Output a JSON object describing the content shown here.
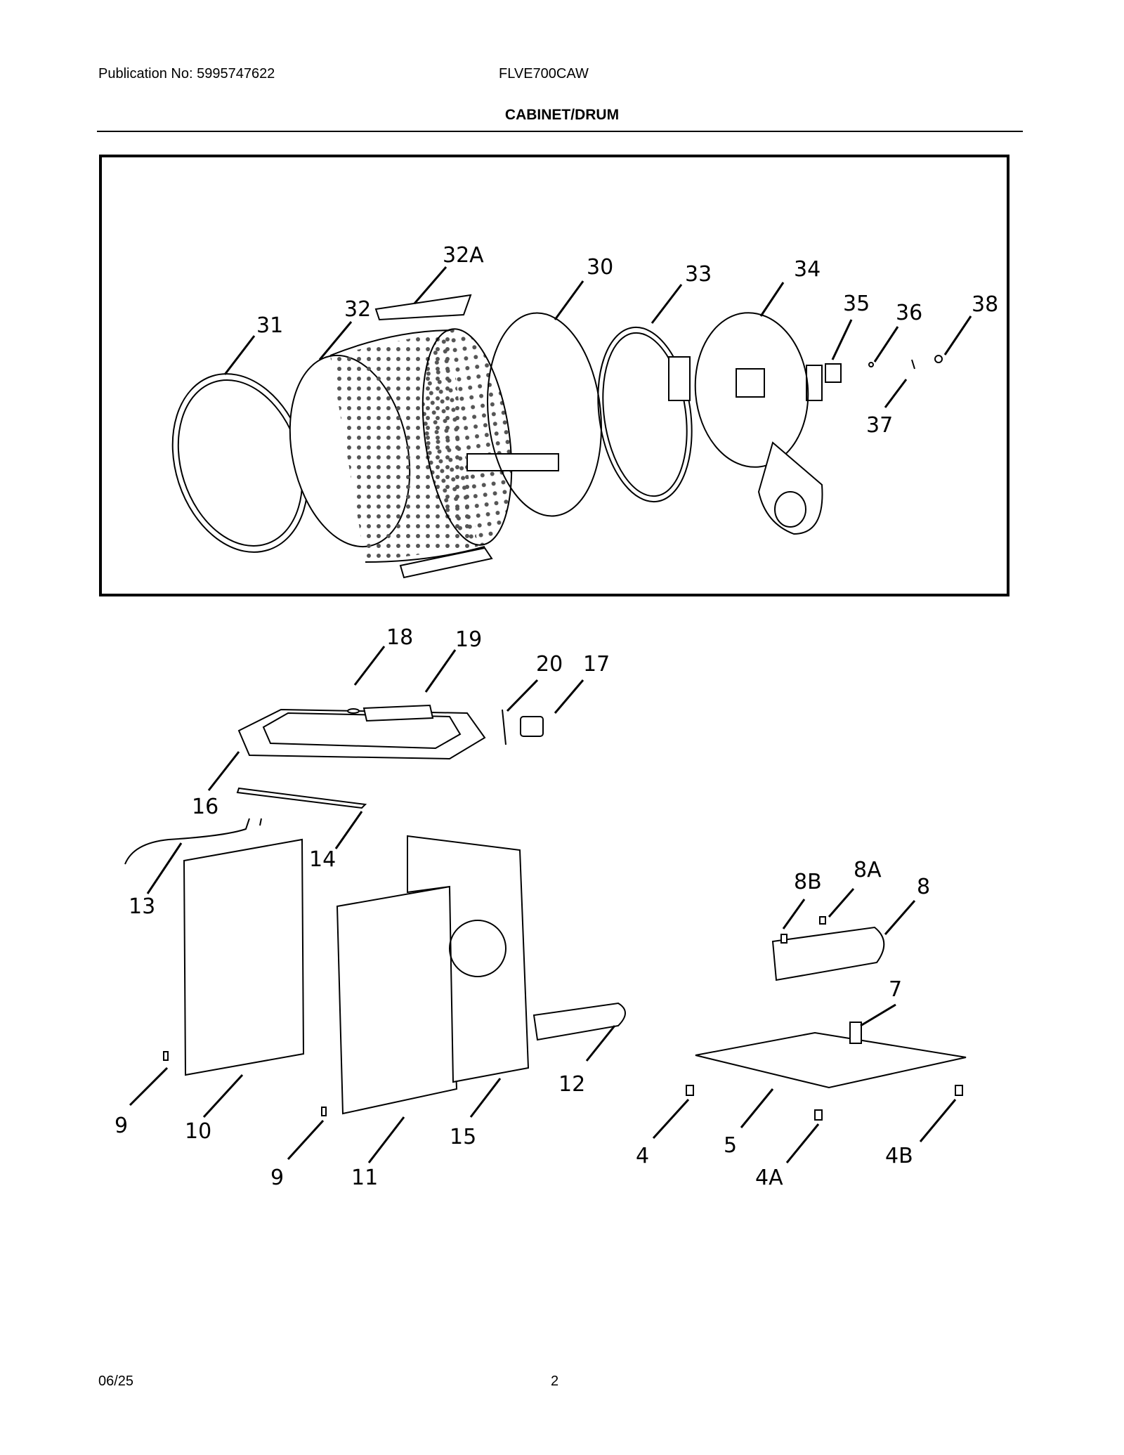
{
  "header": {
    "publication": "Publication No: 5995747622",
    "model": "FLVE700CAW",
    "section_title": "CABINET/DRUM"
  },
  "footer": {
    "date": "06/25",
    "page_number": "2"
  },
  "callouts": {
    "c31": "31",
    "c32": "32",
    "c32a": "32A",
    "c30": "30",
    "c33": "33",
    "c34": "34",
    "c35": "35",
    "c36": "36",
    "c37": "37",
    "c38": "38",
    "c18": "18",
    "c19": "19",
    "c20": "20",
    "c17": "17",
    "c16": "16",
    "c14": "14",
    "c13": "13",
    "c9a": "9",
    "c10": "10",
    "c9b": "9",
    "c11": "11",
    "c15": "15",
    "c12": "12",
    "c8b": "8B",
    "c8a": "8A",
    "c8": "8",
    "c7": "7",
    "c4": "4",
    "c5": "5",
    "c4a": "4A",
    "c4b": "4B"
  }
}
